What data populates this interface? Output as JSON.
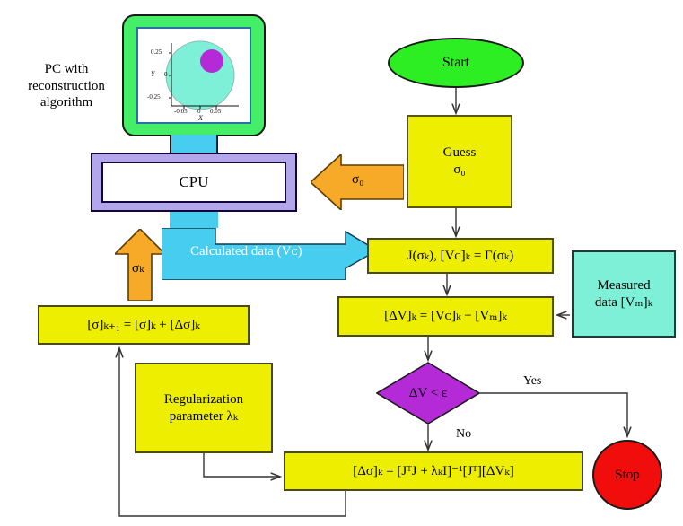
{
  "diagram": {
    "title": "EIT reconstruction algorithm flowchart",
    "pc": {
      "label_line1": "PC with",
      "label_line2": "reconstruction",
      "label_line3": "algorithm",
      "cpu_label": "CPU",
      "monitor_color": "#44ee66",
      "case_color": "#b3a7ec",
      "neck_color": "#46cdf0"
    },
    "plot": {
      "y_ticks": [
        "0.25",
        "0",
        "-0.25"
      ],
      "x_ticks": [
        "-0.05",
        "0",
        "0.05"
      ],
      "x_axis_label": "X",
      "y_axis_label": "Y",
      "background_circle_color": "#7ff0d8",
      "inclusion_circle_color": "#b32ad6"
    },
    "nodes": {
      "start": "Start",
      "guess_line1": "Guess",
      "guess_line2": "σ₀",
      "jacobian": "J(σₖ), [Vᴄ]ₖ = Γ(σₖ)",
      "delta_v": "[ΔV]ₖ = [Vᴄ]ₖ − [Vₘ]ₖ",
      "measured_line1": "Measured",
      "measured_line2": "data [Vₘ]ₖ",
      "decision": "ΔV < ε",
      "stop": "Stop",
      "delta_sigma": "[Δσ]ₖ = [JᵀJ + λₖI]⁻¹[Jᵀ][ΔVₖ]",
      "update": "[σ]ₖ₊₁ = [σ]ₖ + [Δσ]ₖ",
      "regular_line1": "Regularization",
      "regular_line2": "parameter λₖ"
    },
    "edge_labels": {
      "yes": "Yes",
      "no": "No"
    },
    "block_arrows": {
      "sigma0": "σ₀",
      "sigmak": "σₖ",
      "calculated_data": "Calculated data (Vᴄ)"
    },
    "colors": {
      "process_fill": "#eeee00",
      "process_stroke": "#57570f",
      "start_fill": "#2cee22",
      "stop_fill": "#f20d0d",
      "decision_fill": "#b32ad6",
      "measured_fill": "#7ff0d8",
      "block_arrow_orange": "#f7a928",
      "block_arrow_cyan": "#46cdf0",
      "connector_stroke": "#333333"
    }
  }
}
